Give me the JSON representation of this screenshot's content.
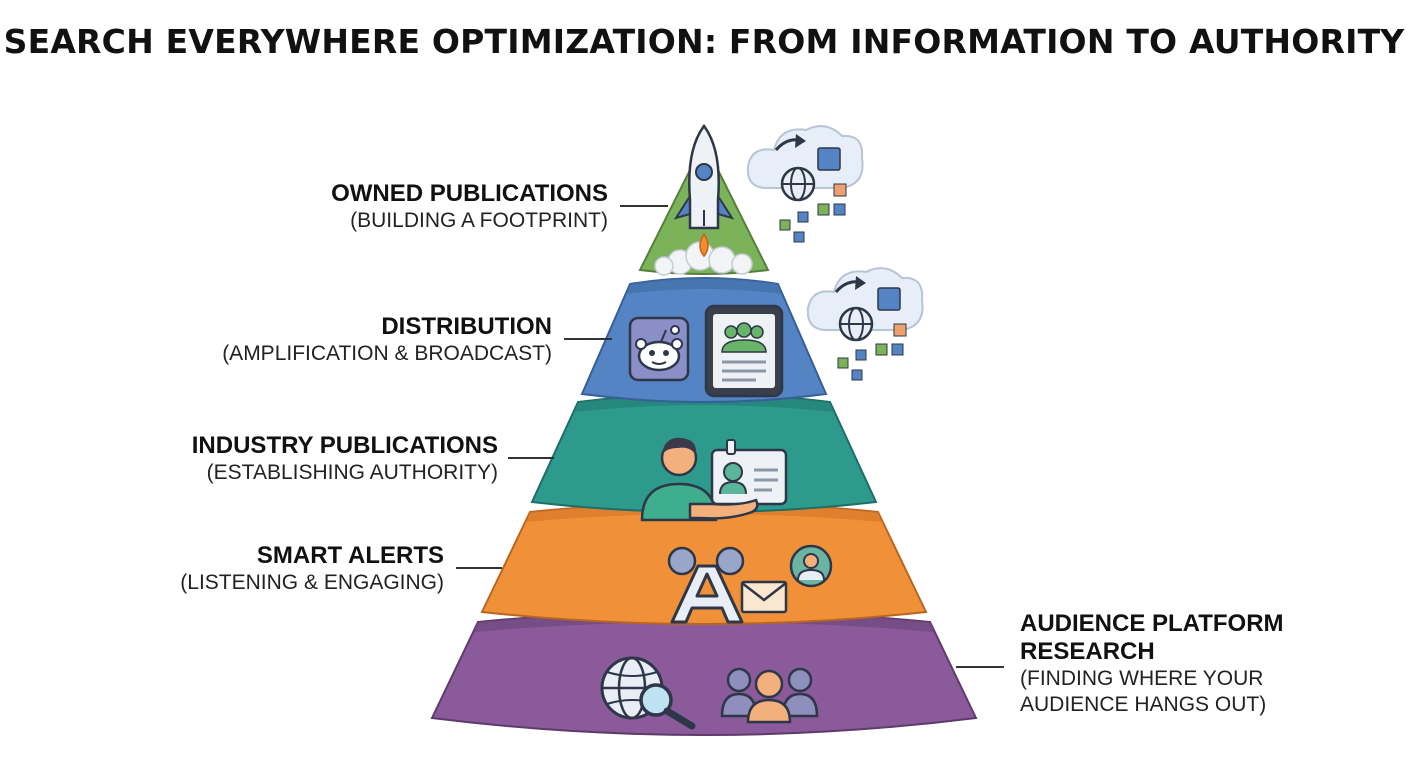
{
  "title": "SEARCH EVERYWHERE OPTIMIZATION: FROM INFORMATION TO AUTHORITY",
  "colors": {
    "owned": "#7cb35a",
    "distribution": "#5584c4",
    "industry": "#2e9a8e",
    "alerts": "#f0913a",
    "audience": "#8a5a9a"
  },
  "layers": [
    {
      "id": "owned",
      "heading": "OWNED PUBLICATIONS",
      "subheading": "(BUILDING A FOOTPRINT)",
      "icons": [
        "rocket-icon",
        "cloud-network-icon"
      ]
    },
    {
      "id": "distribution",
      "heading": "DISTRIBUTION",
      "subheading": "(AMPLIFICATION & BROADCAST)",
      "icons": [
        "reddit-icon",
        "tablet-community-icon",
        "cloud-network-icon"
      ]
    },
    {
      "id": "industry",
      "heading": "INDUSTRY PUBLICATIONS",
      "subheading": "(ESTABLISHING AUTHORITY)",
      "icons": [
        "person-icon",
        "id-badge-icon",
        "hand-icon"
      ]
    },
    {
      "id": "alerts",
      "heading": "SMART ALERTS",
      "subheading": "(LISTENING & ENGAGING)",
      "icons": [
        "letter-a-icon",
        "envelope-icon",
        "user-avatar-icon"
      ]
    },
    {
      "id": "audience",
      "heading": "AUDIENCE PLATFORM RESEARCH",
      "heading_lines": [
        "AUDIENCE PLATFORM",
        "RESEARCH"
      ],
      "subheading": "(FINDING WHERE YOUR AUDIENCE HANGS OUT)",
      "sub_lines": [
        "(FINDING WHERE YOUR",
        "AUDIENCE HANGS OUT)"
      ],
      "icons": [
        "globe-search-icon",
        "group-icon"
      ]
    }
  ]
}
